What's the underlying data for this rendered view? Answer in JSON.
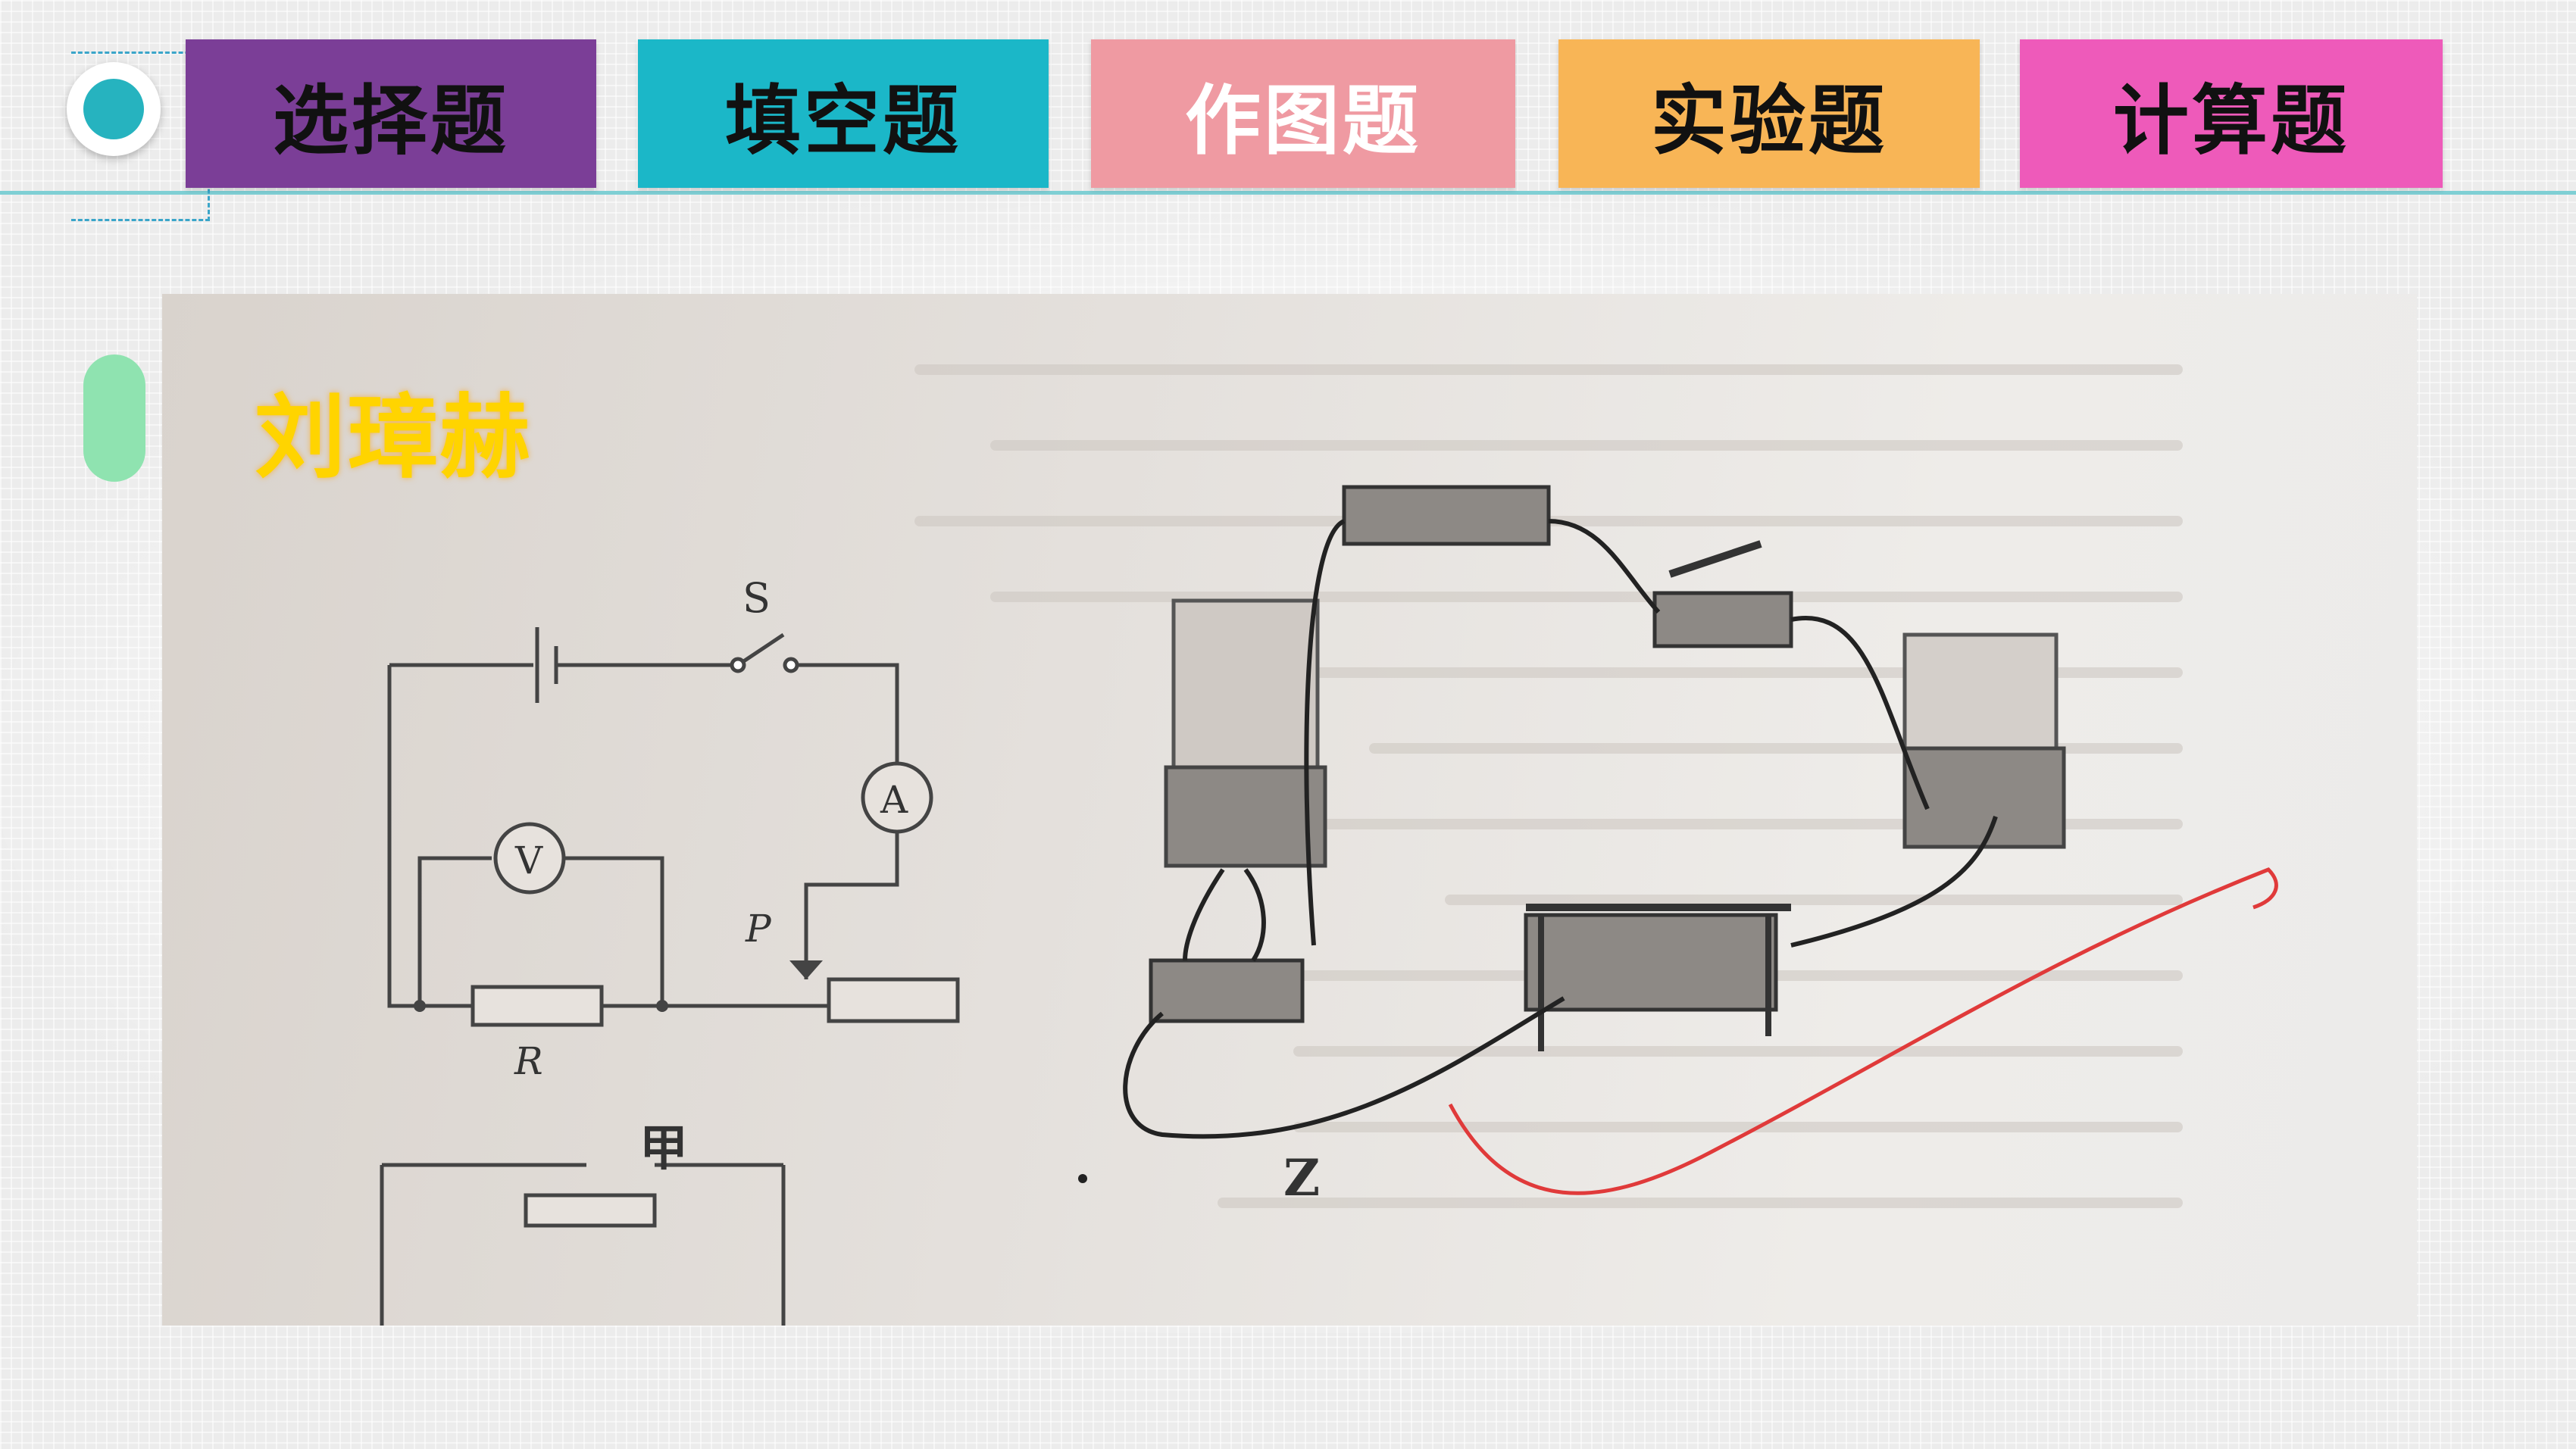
{
  "tabs": [
    {
      "label": "选择题"
    },
    {
      "label": "填空题"
    },
    {
      "label": "作图题"
    },
    {
      "label": "实验题"
    },
    {
      "label": "计算题"
    }
  ],
  "student_name": "刘璋赫",
  "diagram_labels": {
    "switch": "S",
    "ammeter": "A",
    "voltmeter": "V",
    "slider": "P",
    "resistor": "R",
    "figure_a": "甲",
    "figure_b": "Z"
  },
  "colors": {
    "tab1": "#7b3e97",
    "tab2": "#1bb7c8",
    "tab3": "#ef9aa2",
    "tab4": "#f8b556",
    "tab5": "#ee5aba",
    "name": "#ffd400"
  }
}
